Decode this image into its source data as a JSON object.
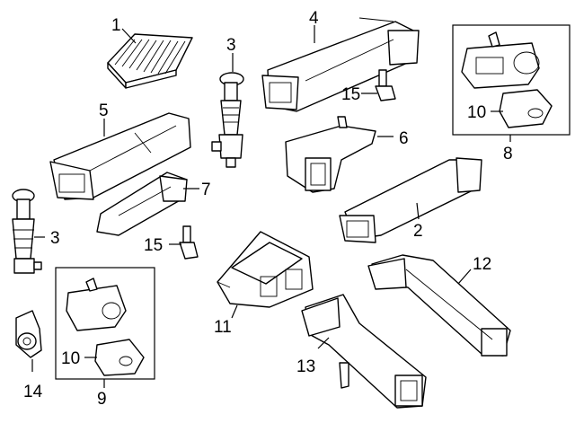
{
  "diagram": {
    "callouts": {
      "c1": "1",
      "c2": "2",
      "c3a": "3",
      "c3b": "3",
      "c4": "4",
      "c5": "5",
      "c6": "6",
      "c7": "7",
      "c8": "8",
      "c9": "9",
      "c10a": "10",
      "c10b": "10",
      "c11": "11",
      "c12": "12",
      "c13": "13",
      "c14": "14",
      "c15a": "15",
      "c15b": "15"
    },
    "colors": {
      "ink": "#000000",
      "paper": "#ffffff"
    }
  }
}
